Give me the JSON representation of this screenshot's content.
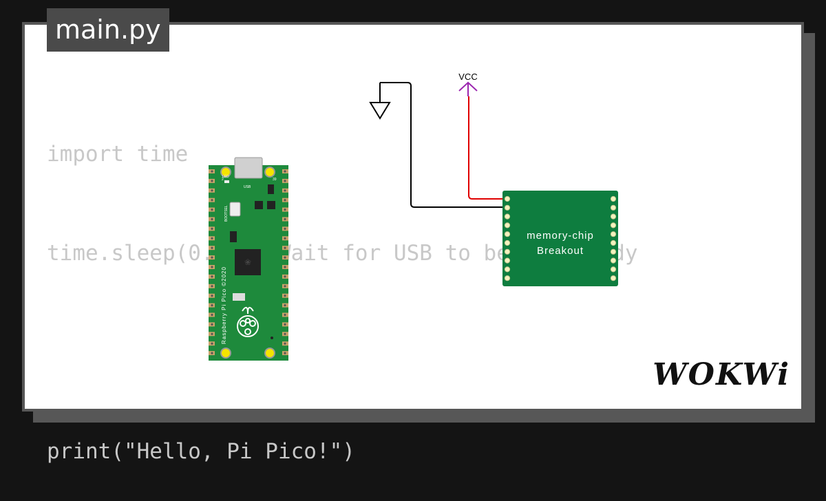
{
  "file_tab": {
    "label": "main.py"
  },
  "code": {
    "lines": [
      "import time",
      "time.sleep(0.1) # Wait for USB to become ready",
      "",
      "print(\"Hello, Pi Pico!\")"
    ]
  },
  "pico": {
    "silk_led": "LED",
    "silk_usb": "USB",
    "silk_bootsel": "BOOTSEL",
    "silk_pin1": "2",
    "silk_pin40": "39",
    "silk_name": "Raspberry Pi Pico ©2020",
    "board_color": "#1e8a3c"
  },
  "breakout": {
    "line1": "memory-chip",
    "line2": "Breakout",
    "board_color": "#0e7d3f"
  },
  "power": {
    "vcc_label": "VCC",
    "vcc_color": "#9c27b0"
  },
  "wires": {
    "vcc_color": "#e00000",
    "gnd_color": "#000000"
  },
  "brand": {
    "logo": "WOKWi"
  }
}
